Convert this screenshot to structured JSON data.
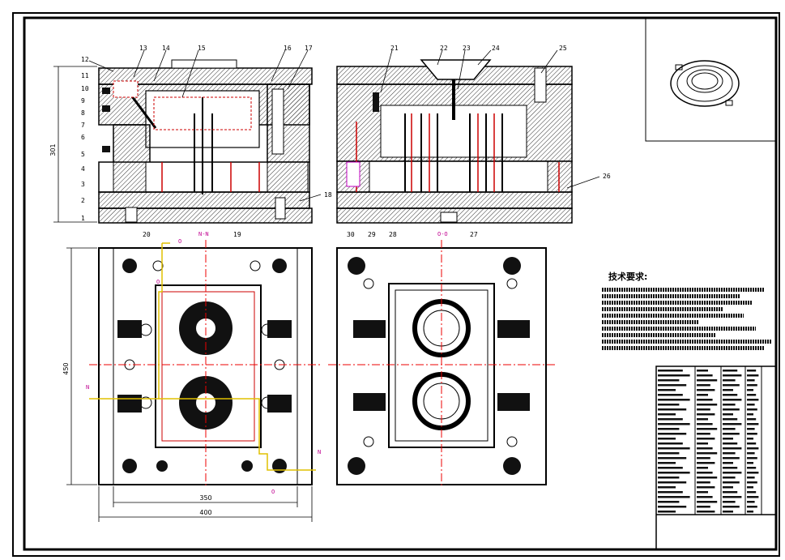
{
  "part_labels": [
    "1",
    "2",
    "3",
    "4",
    "5",
    "6",
    "7",
    "8",
    "9",
    "10",
    "11",
    "12",
    "13",
    "14",
    "15",
    "16",
    "17",
    "18",
    "19",
    "20",
    "21",
    "22",
    "23",
    "24",
    "25",
    "26",
    "27",
    "28",
    "29",
    "30"
  ],
  "section_labels": {
    "left_section": "N-N",
    "right_section": "O-O"
  },
  "cut_markers": {
    "n": "N",
    "o": "O"
  },
  "dimensions": {
    "height": "301",
    "width_inner": "350",
    "width_outer": "400",
    "plan_height": "450"
  },
  "tech_requirements": {
    "title": "技术要求:"
  },
  "colors": {
    "line": "#000000",
    "center_line": "#e00000",
    "section_marker": "#c000a0",
    "path": "#e0c000",
    "hatch": "#333333"
  }
}
